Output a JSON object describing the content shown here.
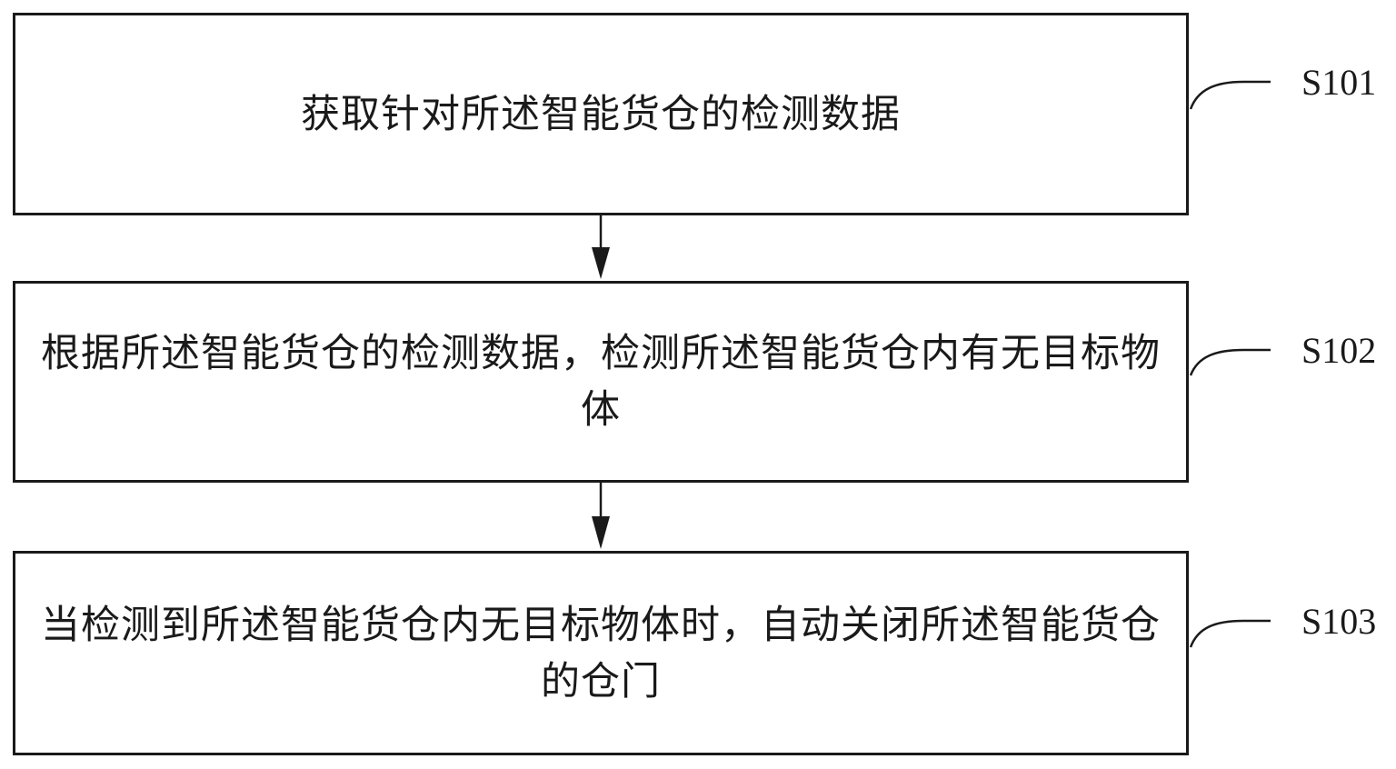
{
  "steps": [
    {
      "id": "S101",
      "text": "获取针对所述智能货仓的检测数据"
    },
    {
      "id": "S102",
      "text": "根据所述智能货仓的检测数据，检测所述智能货仓内有无目标物体"
    },
    {
      "id": "S103",
      "text": "当检测到所述智能货仓内无目标物体时，自动关闭所述智能货仓的仓门"
    }
  ],
  "colors": {
    "line": "#1a1a1a",
    "background": "#ffffff"
  }
}
